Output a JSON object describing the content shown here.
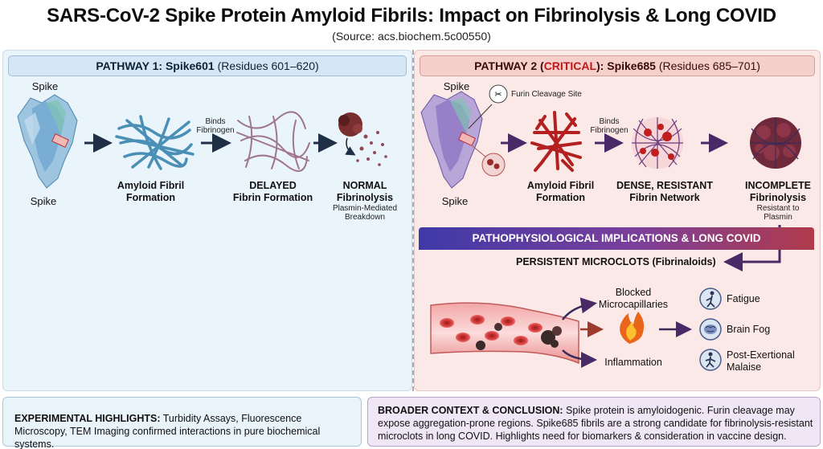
{
  "header": {
    "title": "SARS-CoV-2 Spike Protein Amyloid Fibrils: Impact on Fibrinolysis & Long COVID",
    "source": "(Source: acs.biochem.5c00550)"
  },
  "pathway1": {
    "label": "PATHWAY 1:",
    "name": "Spike601",
    "residues": "(Residues 601–620)",
    "spike_top": "Spike",
    "spike_bottom": "Spike",
    "arrow_binds": "Binds\nFibrinogen",
    "step1": "Amyloid Fibril\nFormation",
    "step2": "DELAYED\nFibrin Formation",
    "step3_title": "NORMAL\nFibrinolysis",
    "step3_note": "Plasmin-Mediated\nBreakdown"
  },
  "pathway2": {
    "label": "PATHWAY 2 (",
    "critical": "CRITICAL",
    "label_end": "):",
    "name": "Spike685",
    "residues": "(Residues 685–701)",
    "spike_top": "Spike",
    "spike_bottom": "Spike",
    "furin": "Furin Cleavage Site",
    "arrow_binds": "Binds\nFibrinogen",
    "step1": "Amyloid Fibril\nFormation",
    "step2": "DENSE, RESISTANT\nFibrin Network",
    "step3_title": "INCOMPLETE\nFibrinolysis",
    "step3_note": "Resistant to\nPlasmin"
  },
  "implications": {
    "title": "PATHOPHYSIOLOGICAL IMPLICATIONS & LONG COVID",
    "microclots": "PERSISTENT MICROCLOTS (Fibrinaloids)",
    "blocked": "Blocked\nMicrocapillaries",
    "inflammation": "Inflammation",
    "symptoms": [
      "Fatigue",
      "Brain Fog",
      "Post-Exertional\nMalaise"
    ]
  },
  "footer": {
    "exp_label": "EXPERIMENTAL HIGHLIGHTS:",
    "exp_text": " Turbidity Assays, Fluorescence Microscopy, TEM Imaging confirmed interactions in pure biochemical systems.",
    "ctx_label": "BROADER CONTEXT & CONCLUSION:",
    "ctx_text": " Spike protein is amyloidogenic. Furin cleavage may expose aggregation-prone regions. Spike685 fibrils are a strong candidate for fibrinolysis-resistant microclots in long COVID. Highlights need for biomarkers & consideration in vaccine design."
  },
  "colors": {
    "left_panel": "#eaf4fb",
    "right_panel": "#fbe9e7",
    "critical": "#c0181a",
    "fibril_blue": "#4a8fb5",
    "fibril_red": "#b3201f",
    "arrow_dark": "#1f2f45",
    "arrow_purple": "#4a2a66"
  }
}
